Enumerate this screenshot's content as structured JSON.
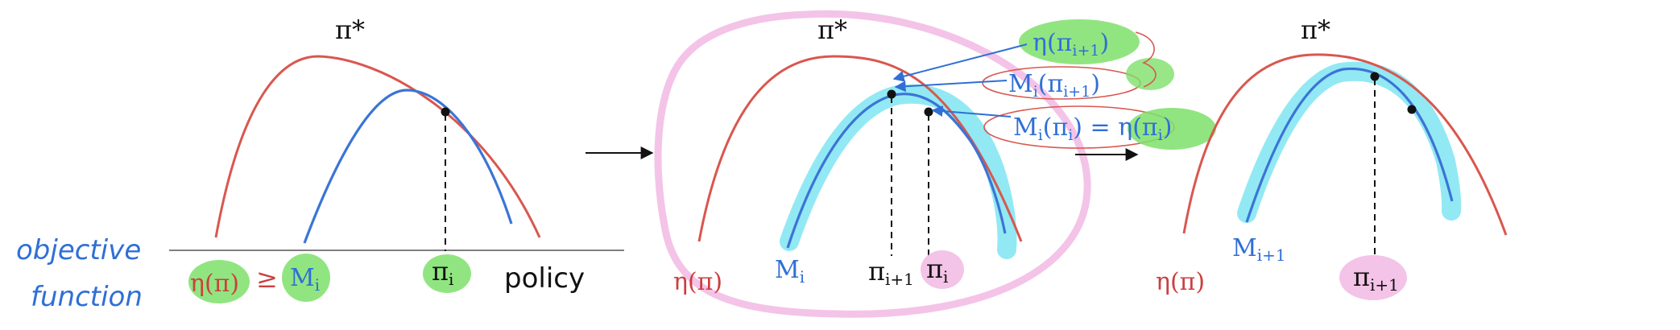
{
  "colors": {
    "true_objective": "#d9574f",
    "model": "#3b74d6",
    "handwriting_blue": "#2f6fd6",
    "handwriting_red": "#cc3f3f",
    "green_highlight": "#7ee06a",
    "cyan_highlight": "#6ee2f0",
    "pink_highlight": "#f3bde6",
    "black": "#111111"
  },
  "panel1": {
    "optimum_label": "π*",
    "side_label_line1": "objective",
    "side_label_line2": "function",
    "eta_label": "η(π)",
    "geq_symbol": "≥",
    "model_label": "M",
    "model_subscript": "i",
    "policy_point_label": "π",
    "policy_point_subscript": "i",
    "axis_label": "policy"
  },
  "panel2": {
    "optimum_label": "π*",
    "eta_label": "η(π)",
    "model_label": "M",
    "model_subscript": "i",
    "next_policy_label": "π",
    "next_policy_subscript": "i+1",
    "current_policy_label": "π",
    "current_policy_subscript": "i",
    "annotation_1": "η(π",
    "annotation_1_sub": "i+1",
    "annotation_1_close": ")",
    "annotation_2": "M",
    "annotation_2_sub_model": "i",
    "annotation_2_mid": "(π",
    "annotation_2_sub_policy": "i+1",
    "annotation_2_close": ")",
    "annotation_3_left": "M",
    "annotation_3_sub_model": "i",
    "annotation_3_mid": "(π",
    "annotation_3_sub_policy": "i",
    "annotation_3_eq": ") = ",
    "annotation_3_right": "η(π",
    "annotation_3_sub_right": "i",
    "annotation_3_close": ")"
  },
  "panel3": {
    "optimum_label": "π*",
    "eta_label": "η(π)",
    "model_label": "M",
    "model_subscript": "i+1",
    "policy_label": "π",
    "policy_subscript": "i+1"
  },
  "icons": {
    "transition_arrow": "right-arrow-icon",
    "annotation_arrow": "left-arrow-icon"
  }
}
